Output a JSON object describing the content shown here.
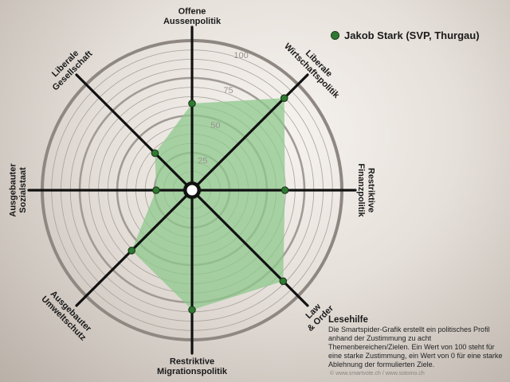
{
  "chart_data": {
    "type": "radar",
    "axes": [
      "Offene Aussenpolitik",
      "Liberale Wirtschaftspolitik",
      "Restriktive Finanzpolitik",
      "Law & Order",
      "Restriktive Migrationspolitik",
      "Ausgebauter Umweltschutz",
      "Ausgebauter Sozialstaat",
      "Liberale Gesellschaft"
    ],
    "rlim": [
      0,
      100
    ],
    "tick_values": [
      25,
      50,
      75,
      100
    ],
    "grid": true,
    "legend_position": "top-right",
    "series": [
      {
        "name": "Jakob Stark (SVP, Thurgau)",
        "values": [
          58,
          87,
          62,
          86,
          80,
          57,
          24,
          35
        ],
        "color": "#2f7a32",
        "fill": "#8ec88c"
      }
    ]
  },
  "legend": {
    "label": "Jakob Stark (SVP, Thurgau)"
  },
  "help": {
    "title": "Lesehilfe",
    "text": "Die Smartspider-Grafik erstellt ein politisches Profil anhand der Zustimmung zu acht Themenbereichen/Zielen. Ein Wert von 100 steht für eine starke Zustimmung, ein Wert von 0 für eine starke Ablehnung der formulierten Ziele."
  },
  "footer": {
    "credit": "© www.smartvote.ch / www.sotomo.ch"
  }
}
